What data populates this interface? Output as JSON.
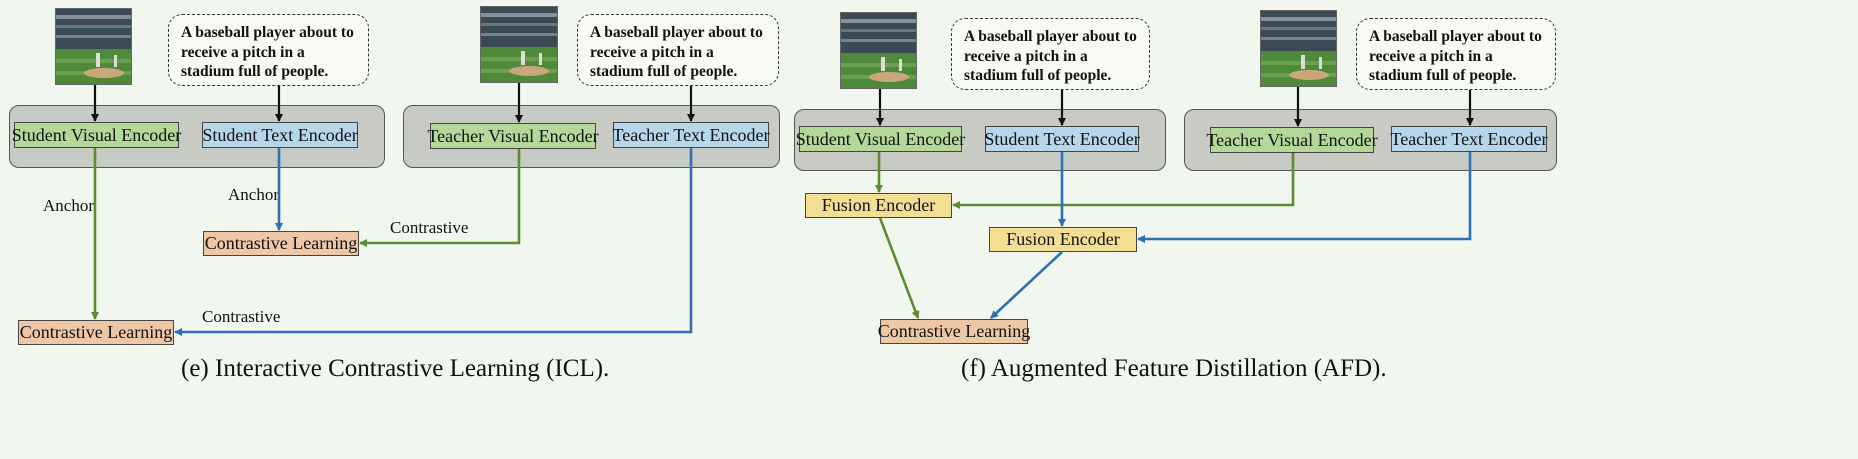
{
  "prompt_text": "A baseball player about to receive a pitch in a stadium full of people.",
  "photo_icon": "baseball-stadium-photo",
  "colors": {
    "green_box": "#b3d89a",
    "blue_box": "#b6d6ec",
    "yellow_box": "#f3df93",
    "orange_box": "#eec7a6",
    "green_arrow": "#5b8c32",
    "blue_arrow": "#2f6fb3"
  },
  "icl": {
    "student_visual": "Student Visual Encoder",
    "student_text": "Student Text Encoder",
    "teacher_visual": "Teacher Visual Encoder",
    "teacher_text": "Teacher Text Encoder",
    "contrastive_learning_top": "Contrastive Learning",
    "contrastive_learning_bottom": "Contrastive Learning",
    "label_anchor_left": "Anchor",
    "label_anchor_right": "Anchor",
    "label_contrastive_top": "Contrastive",
    "label_contrastive_bottom": "Contrastive",
    "caption": "(e) Interactive Contrastive Learning (ICL)."
  },
  "afd": {
    "student_visual": "Student Visual Encoder",
    "student_text": "Student Text Encoder",
    "teacher_visual": "Teacher Visual Encoder",
    "teacher_text": "Teacher Text Encoder",
    "fusion_left": "Fusion Encoder",
    "fusion_right": "Fusion Encoder",
    "contrastive_learning": "Contrastive Learning",
    "caption": "(f) Augmented Feature Distillation (AFD)."
  }
}
